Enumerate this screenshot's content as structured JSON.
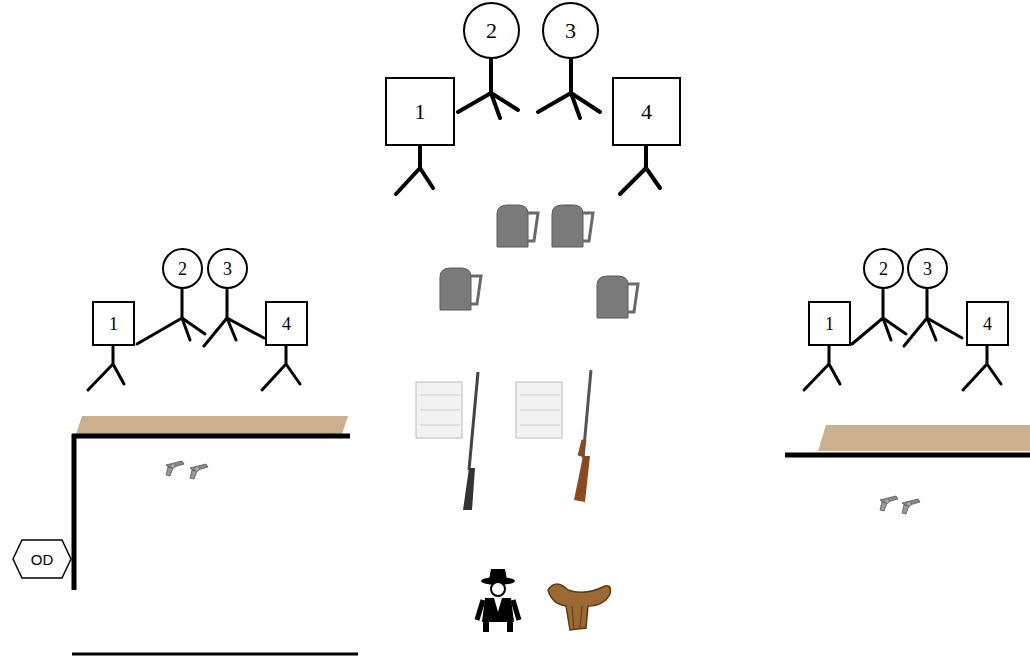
{
  "diagram": {
    "nodes": [
      {
        "text": [
          "1"
        ]
      },
      {
        "text": [
          "2"
        ]
      },
      {
        "text": [
          "3"
        ]
      },
      {
        "text": [
          "4"
        ]
      },
      {
        "text": [
          "1"
        ]
      },
      {
        "text": [
          "2"
        ]
      },
      {
        "text": [
          "3"
        ]
      },
      {
        "text": [
          "4"
        ]
      },
      {
        "text": [
          "1"
        ]
      },
      {
        "text": [
          "2"
        ]
      },
      {
        "text": [
          "3"
        ]
      },
      {
        "text": [
          "4"
        ]
      },
      {
        "text": [
          "OD"
        ]
      }
    ]
  }
}
